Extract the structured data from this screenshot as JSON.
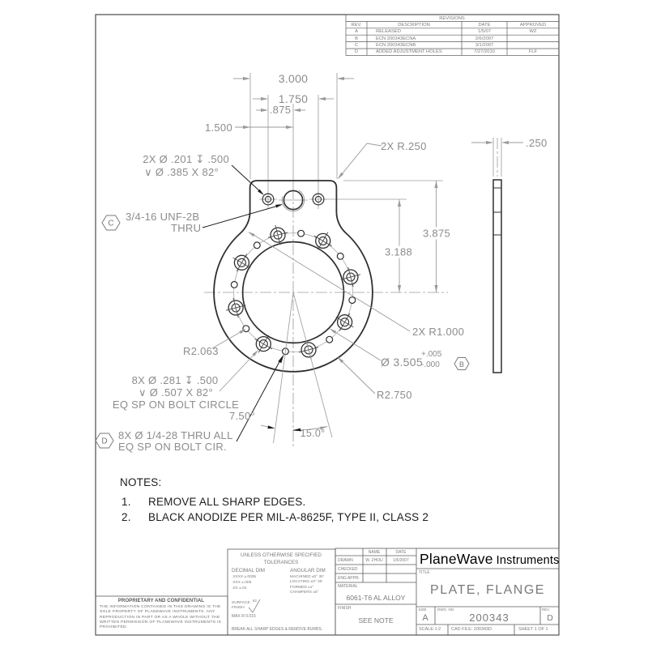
{
  "drawing": {
    "dims": {
      "w3000": "3.000",
      "w1750": "1.750",
      "w875": ".875",
      "w1500": "1.500",
      "tab_csk1": "2X Ø .201 ↧ .500",
      "tab_csk2": "∨ Ø .385 X 82°",
      "corner_r": "2X R.250",
      "thickness": ".250",
      "h3875": "3.875",
      "h3188": "3.188",
      "fillet_r": "2X R1.000",
      "bore": "Ø 3.505",
      "bore_plus": "+.005",
      "bore_minus": "-.000",
      "outer_r": "R2.750",
      "bolt_r": "R2.063",
      "cbore1": "8X Ø .281 ↧ .500",
      "cbore2": "∨ Ø .507 X 82°",
      "cbore3": "EQ SP ON BOLT CIRCLE",
      "angle_small": "7.50°",
      "angle_large": "15.0°",
      "thread1": "3/4-16 UNF-2B",
      "thread2": "THRU",
      "adj1": "8X Ø 1/4-28 THRU ALL",
      "adj2": "EQ SP ON BOLT CIR."
    },
    "flags": {
      "b": "B",
      "c": "C",
      "d": "D"
    }
  },
  "revisions": {
    "title": "REVISIONS",
    "headers": {
      "rev": "REV.",
      "description": "DESCRIPTION",
      "date": "DATE",
      "approved": "APPROVED"
    },
    "rows": [
      {
        "rev": "A",
        "description": "RELEASED",
        "date": "1/5/07",
        "approved": "WZ"
      },
      {
        "rev": "B",
        "description": "ECN 200343ECNA",
        "date": "2/6/2007",
        "approved": ""
      },
      {
        "rev": "C",
        "description": "ECN 200343ECNB",
        "date": "3/1/2007",
        "approved": ""
      },
      {
        "rev": "D",
        "description": "ADDED ADJUSTMENT HOLES",
        "date": "7/27/2010",
        "approved": "FLF"
      }
    ]
  },
  "notes": {
    "heading": "NOTES:",
    "items": [
      {
        "num": "1.",
        "text": "REMOVE ALL SHARP EDGES."
      },
      {
        "num": "2.",
        "text": "BLACK ANODIZE PER MIL-A-8625F, TYPE II, CLASS 2"
      }
    ]
  },
  "tolerances": {
    "line1": "UNLESS OTHERWISE SPECIFIED",
    "line2": "TOLERANCES",
    "decimal_title": "DECIMAL DIM",
    "decimal": [
      ".XXXX ±.0005",
      ".XXX ±.005",
      ".XX ±.02"
    ],
    "angular_title": "ANGULAR DIM",
    "angular": [
      "MACHINED ±0° 30'",
      "LOCATING ±0° 30'",
      "FORMED ±1°",
      "CHAMFERS ±5°"
    ],
    "surface1": "SURFACE",
    "surface2": "FINISH",
    "surface_value": "63",
    "max_r": "MAX R 0.015",
    "break_edges": "BREAK ALL SHARP EDGES & REMOVE BURRS."
  },
  "proprietary": {
    "title": "PROPRIETARY AND CONFIDENTIAL",
    "body": "THE INFORMATION CONTAINED IN THIS DRAWING IS THE SOLE PROPERTY OF PLANEWAVE INSTRUMENTS.  ANY REPRODUCTION IN PART OR AS A WHOLE WITHOUT THE WRITTEN PERMISSION OF PLANEWAVE INSTRUMENTS IS PROHIBITED."
  },
  "titleblock": {
    "company_main": "PlaneWave",
    "company_sub": "Instruments",
    "title_label": "TITLE",
    "title": "PLATE, FLANGE",
    "name_header": "NAME",
    "date_header": "DATE",
    "drawn_label": "DRAWN",
    "drawn_name": "W. ZHOU",
    "drawn_date": "1/5/2007",
    "checked_label": "CHECKED",
    "eng_label": "ENG APPR.",
    "material_label": "MATERIAL",
    "material": "6061-T6 AL ALLOY",
    "finish_label": "FINISH",
    "finish": "SEE NOTE",
    "size_label": "SIZE",
    "size": "A",
    "dwg_label": "DWG. NO.",
    "dwg_no": "200343",
    "rev_label": "REV.",
    "rev": "D",
    "scale": "SCALE:1:2",
    "cad_file": "CAD FILE: 200343D",
    "sheet": "SHEET 1 OF 1"
  }
}
